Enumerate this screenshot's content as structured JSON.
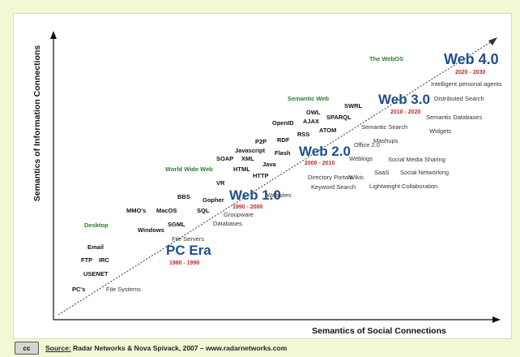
{
  "axes": {
    "x_label": "Semantics of Social Connections",
    "y_label": "Semantics of Information Connections"
  },
  "colors": {
    "era": "#1c4f8c",
    "years": "#c0282e",
    "category": "#2e7d2b",
    "term": "#111111",
    "secondary": "#333333"
  },
  "eras": [
    {
      "id": "pc",
      "name": "PC Era",
      "years": "1980 - 1990"
    },
    {
      "id": "web1",
      "name": "Web 1.0",
      "years": "1990 - 2000"
    },
    {
      "id": "web2",
      "name": "Web 2.0",
      "years": "2000 - 2010"
    },
    {
      "id": "web3",
      "name": "Web 3.0",
      "years": "2010 - 2020"
    },
    {
      "id": "web4",
      "name": "Web 4.0",
      "years": "2020 - 2030"
    }
  ],
  "categories": [
    "Desktop",
    "World Wide Web",
    "Semantic Web",
    "The WebOS"
  ],
  "info_terms": [
    "PC's",
    "USENET",
    "FTP",
    "IRC",
    "Email",
    "Windows",
    "SGML",
    "MMO's",
    "MacOS",
    "BBS",
    "SQL",
    "Gopher",
    "VR",
    "HTTP",
    "HTML",
    "SOAP",
    "XML",
    "Java",
    "Javascript",
    "Flash",
    "P2P",
    "RDF",
    "RSS",
    "OpenID",
    "AJAX",
    "ATOM",
    "OWL",
    "SPARQL",
    "SWRL"
  ],
  "social_terms": [
    "File Systems",
    "File Servers",
    "Groupware",
    "Databases",
    "Websites",
    "Directory Portals",
    "Keyword Search",
    "Wikis",
    "Lightweight Collaboration",
    "Weblogs",
    "SaaS",
    "Social Networking",
    "Social Media Sharing",
    "Office 2.0",
    "Mashups",
    "Semantic Search",
    "Widgets",
    "Semantic Databases",
    "Distributed Search",
    "Intelligent personal agents"
  ],
  "footer": {
    "badge": "cc",
    "source_label": "Source:",
    "source_text": " Radar Networks & Nova Spivack, 2007 – www.radarnetworks.com"
  }
}
